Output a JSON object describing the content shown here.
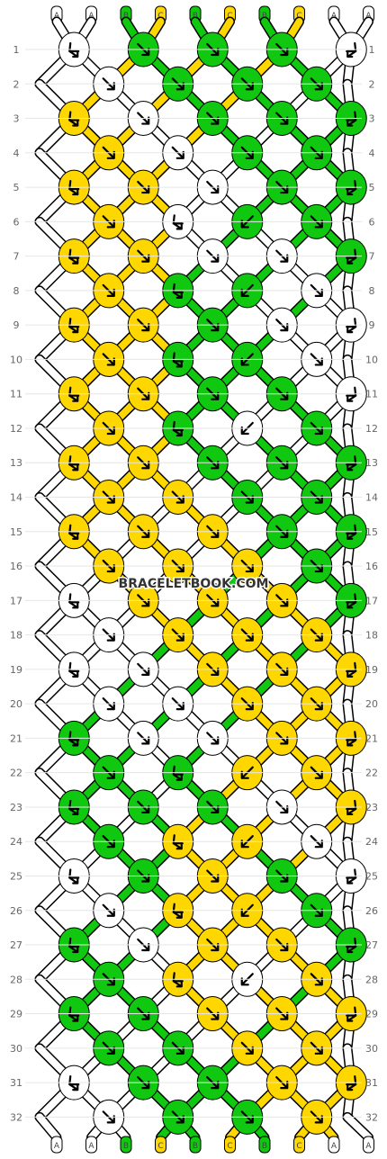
{
  "strands": {
    "top_labels": [
      "A",
      "A",
      "B",
      "C",
      "B",
      "C",
      "B",
      "C",
      "A",
      "A"
    ],
    "bottom_labels": [
      "A",
      "A",
      "B",
      "C",
      "B",
      "C",
      "B",
      "C",
      "A",
      "A"
    ],
    "colors": {
      "A": "#ffffff",
      "B": "#11c811",
      "C": "#ffd700"
    }
  },
  "rows": {
    "count": 32,
    "left_numbers": [
      "1",
      "2",
      "3",
      "4",
      "5",
      "6",
      "7",
      "8",
      "9",
      "10",
      "11",
      "12",
      "13",
      "14",
      "15",
      "16",
      "17",
      "18",
      "19",
      "20",
      "21",
      "22",
      "23",
      "24",
      "25",
      "26",
      "27",
      "28",
      "29",
      "30",
      "31",
      "32"
    ],
    "right_numbers": [
      "1",
      "2",
      "3",
      "4",
      "5",
      "6",
      "7",
      "8",
      "9",
      "10",
      "11",
      "12",
      "13",
      "14",
      "15",
      "16",
      "17",
      "18",
      "19",
      "20",
      "21",
      "22",
      "23",
      "24",
      "25",
      "26",
      "27",
      "28",
      "29",
      "30",
      "31",
      "32"
    ]
  },
  "watermark": "BRACELETBOOK.COM",
  "knot_legend": {
    "forward": "↘",
    "backward": "↙",
    "forward_backward": "↘ then ↙ (hook)",
    "backward_forward": "↙ then ↘ (hook)"
  },
  "knots": [
    [
      "bf",
      "fwd",
      "fwd",
      "fwd",
      "fb"
    ],
    [
      "fwd",
      "fwd",
      "fwd",
      "fwd"
    ],
    [
      "bf",
      "fwd",
      "fwd",
      "fwd",
      "fb"
    ],
    [
      "fwd",
      "fwd",
      "fwd",
      "fwd"
    ],
    [
      "bf",
      "fwd",
      "fwd",
      "fwd",
      "fb"
    ],
    [
      "fwd",
      "bf",
      "bwd",
      "fwd"
    ],
    [
      "bf",
      "fwd",
      "fwd",
      "fwd",
      "fb"
    ],
    [
      "fwd",
      "bf",
      "bwd",
      "fwd"
    ],
    [
      "bf",
      "fwd",
      "fwd",
      "fwd",
      "fb"
    ],
    [
      "fwd",
      "bf",
      "bwd",
      "fwd"
    ],
    [
      "bf",
      "fwd",
      "fwd",
      "fwd",
      "fb"
    ],
    [
      "fwd",
      "bf",
      "bwd",
      "fwd"
    ],
    [
      "bf",
      "fwd",
      "fwd",
      "fwd",
      "fb"
    ],
    [
      "fwd",
      "fwd",
      "fwd",
      "fwd"
    ],
    [
      "bf",
      "fwd",
      "fwd",
      "fwd",
      "fb"
    ],
    [
      "fwd",
      "fwd",
      "fwd",
      "fwd"
    ],
    [
      "bf",
      "fwd",
      "fwd",
      "fwd",
      "fb"
    ],
    [
      "fwd",
      "fwd",
      "fwd",
      "fwd"
    ],
    [
      "bf",
      "fwd",
      "fwd",
      "fwd",
      "fb"
    ],
    [
      "fwd",
      "fwd",
      "fwd",
      "fwd"
    ],
    [
      "bf",
      "fwd",
      "fwd",
      "fwd",
      "fb"
    ],
    [
      "fwd",
      "bf",
      "bwd",
      "fwd"
    ],
    [
      "bf",
      "fwd",
      "fwd",
      "fwd",
      "fb"
    ],
    [
      "fwd",
      "bf",
      "bwd",
      "fwd"
    ],
    [
      "bf",
      "fwd",
      "fwd",
      "fwd",
      "fb"
    ],
    [
      "fwd",
      "bf",
      "bwd",
      "fwd"
    ],
    [
      "bf",
      "fwd",
      "fwd",
      "fwd",
      "fb"
    ],
    [
      "fwd",
      "bf",
      "bwd",
      "fwd"
    ],
    [
      "bf",
      "fwd",
      "fwd",
      "fwd",
      "fb"
    ],
    [
      "fwd",
      "fwd",
      "fwd",
      "fwd"
    ],
    [
      "bf",
      "fwd",
      "fwd",
      "fwd",
      "fb"
    ],
    [
      "fwd",
      "fwd",
      "fwd",
      "fwd"
    ]
  ]
}
